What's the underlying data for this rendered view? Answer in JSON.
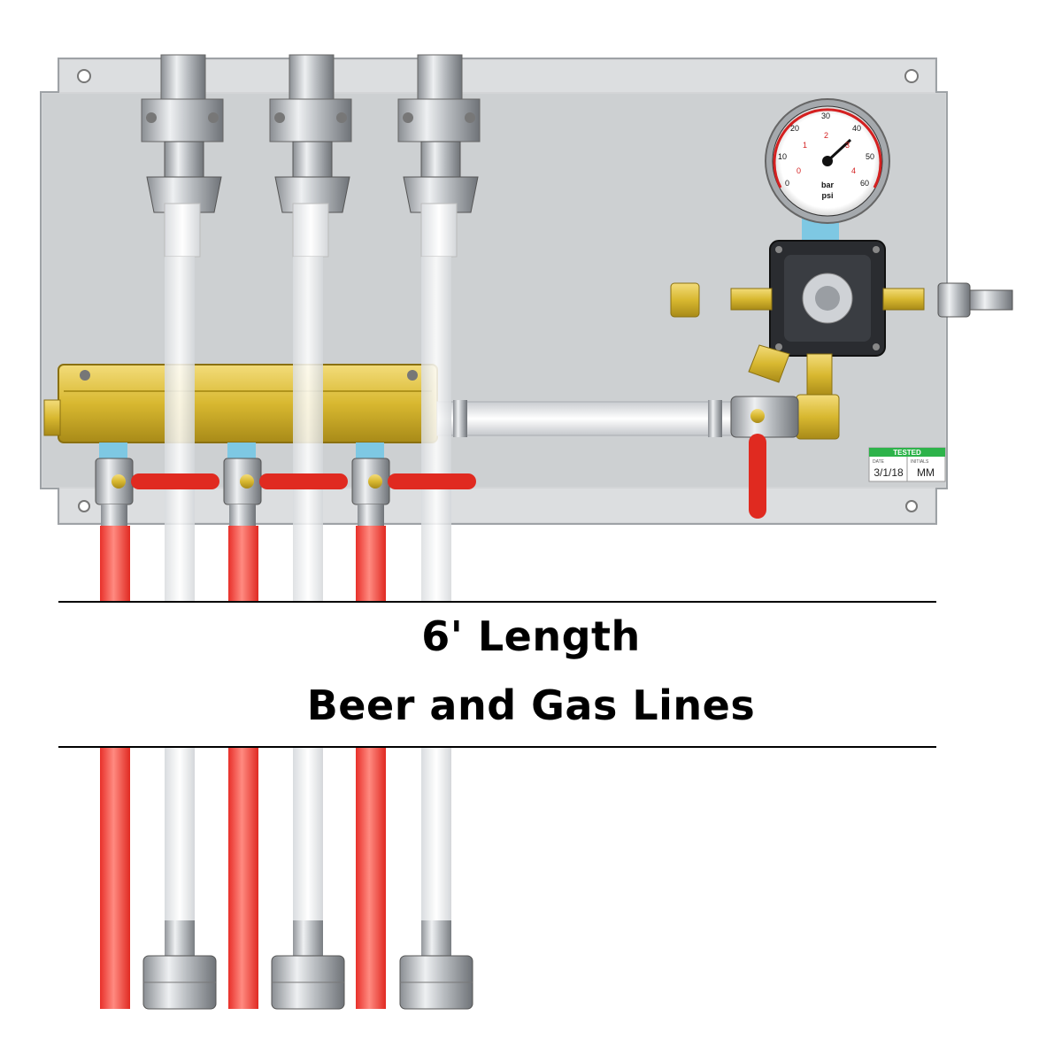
{
  "caption": {
    "line1": "6' Length",
    "line2": "Beer and Gas Lines"
  },
  "tested_label": {
    "header": "TESTED",
    "date_label": "DATE",
    "date_value": "3/1/18",
    "initials_label": "INITIALS",
    "initials_value": "MM"
  },
  "gauge": {
    "unit_bar": "bar",
    "unit_psi": "psi",
    "psi_ticks": [
      "0",
      "10",
      "20",
      "30",
      "40",
      "50",
      "60"
    ],
    "bar_ticks": [
      "0",
      "1",
      "2",
      "3",
      "4"
    ]
  },
  "colors": {
    "panel": "#d4d6d8",
    "manifold": "#d8b830",
    "gas_line": "#f0443a",
    "beer_line": "#f3f3f3",
    "valve_handle": "#e02a20",
    "tested_green": "#2db34a",
    "regulator_body": "#2a2c30"
  }
}
